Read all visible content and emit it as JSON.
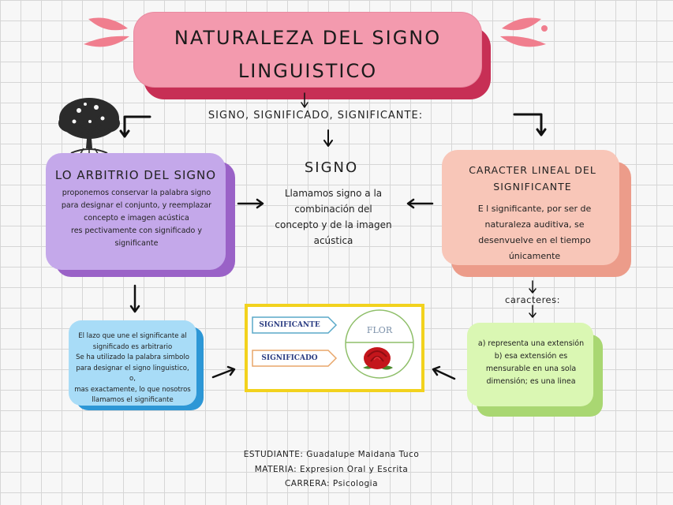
{
  "title": {
    "line1": "NATURALEZA DEL SIGNO",
    "line2": "LINGUISTICO"
  },
  "subtitle": "SIGNO, SIGNIFICADO, SIGNIFICANTE:",
  "arbitrio": {
    "title": "LO ARBITRIO DEL SIGNO",
    "lines": [
      "proponemos conservar la palabra signo",
      "para designar el conjunto, y reemplazar",
      "concepto e imagen acústica",
      "res  pectivamente con significado y",
      "significante"
    ]
  },
  "signo": {
    "title": "SIGNO",
    "lines": [
      "Llamamos signo a la",
      "combinación del",
      "concepto y de la imagen",
      "acústica"
    ]
  },
  "lineal": {
    "title_lines": [
      "CARACTER LINEAL DEL",
      "SIGNIFICANTE"
    ],
    "lines": [
      "E l significante, por ser de",
      "naturaleza auditiva, se",
      "desenvuelve en el tiempo",
      "únicamente"
    ]
  },
  "caracteres": {
    "label": "caracteres:"
  },
  "lazo": {
    "lines": [
      "El lazo que une el significante al",
      "significado es arbitrario",
      "Se ha utilizado la palabra simbolo",
      "para designar el signo linguistico, o,",
      "mas exactamente, lo que nosotros",
      "llamamos el significante"
    ]
  },
  "extension": {
    "lines": [
      "a) representa una extensión",
      "b) esa extensión es",
      "mensurable en una sola",
      "dimensión; es una linea"
    ]
  },
  "image_panel": {
    "significante": "SIGNIFICANTE",
    "significado": "SIGNIFICADO",
    "flor": "FLOR"
  },
  "footer": {
    "estudiante": "ESTUDIANTE: Guadalupe Maidana Tuco",
    "materia": "MATERIA: Expresion Oral y Escrita",
    "carrera": "CARRERA: Psicologia"
  },
  "colors": {
    "title": "#f39aae",
    "purple": "#c4a8ea",
    "salmon": "#f8c6b8",
    "blue": "#a8dcf7",
    "green": "#daf7b3",
    "frame": "#f2d21e"
  }
}
